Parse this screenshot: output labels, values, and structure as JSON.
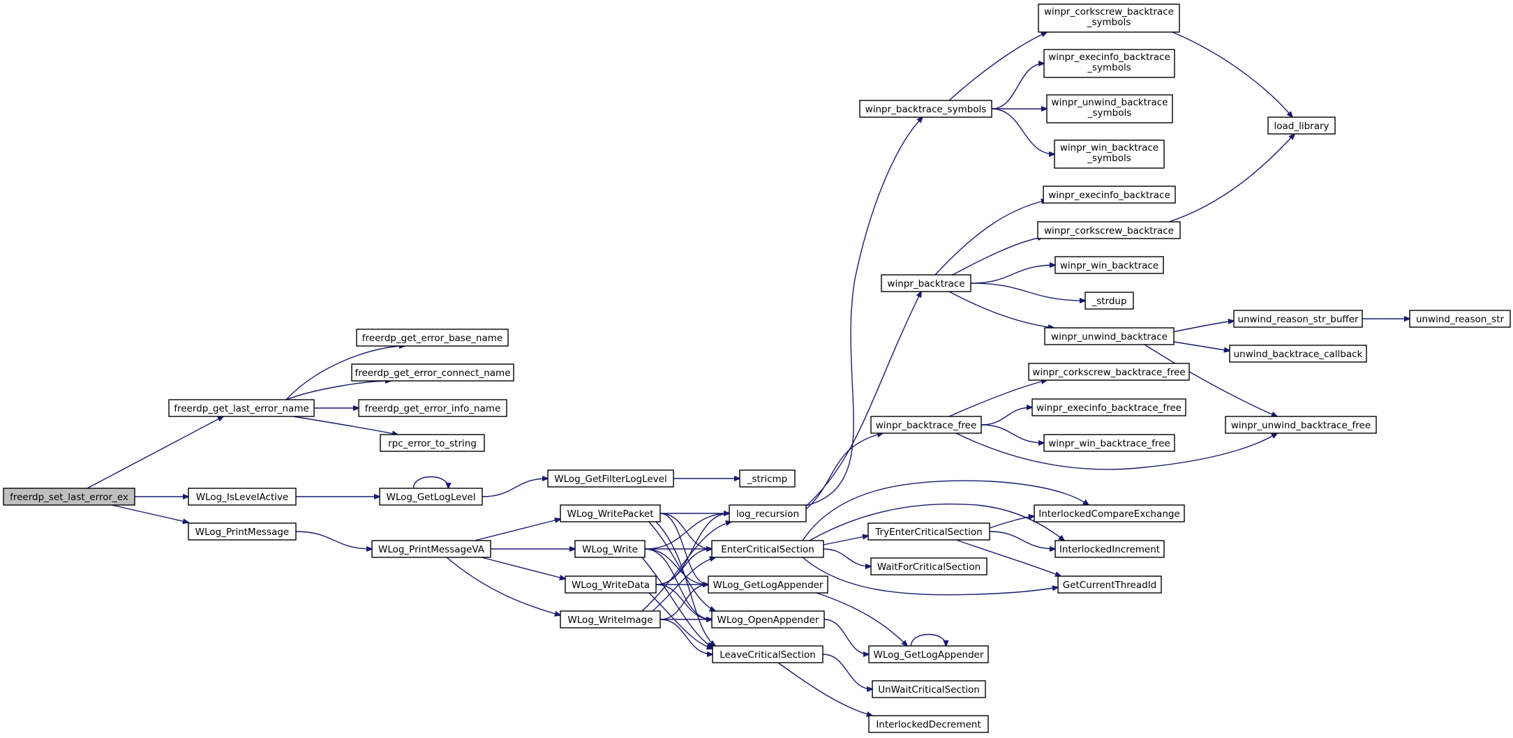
{
  "diagram": {
    "type": "call-graph",
    "root": "freerdp_set_last_error_ex",
    "colors": {
      "edge": "#191970",
      "root_fill": "#bfbfbf",
      "node_fill": "#ffffff",
      "node_border": "#000000"
    },
    "nodes": {
      "freerdp_set_last_error_ex": "freerdp_set_last_error_ex",
      "freerdp_get_last_error_name": "freerdp_get_last_error_name",
      "freerdp_get_error_base_name": "freerdp_get_error_base_name",
      "freerdp_get_error_connect_name": "freerdp_get_error_connect_name",
      "freerdp_get_error_info_name": "freerdp_get_error_info_name",
      "rpc_error_to_string": "rpc_error_to_string",
      "WLog_IsLevelActive": "WLog_IsLevelActive",
      "WLog_GetLogLevel": "WLog_GetLogLevel",
      "WLog_GetFilterLogLevel": "WLog_GetFilterLogLevel",
      "_stricmp": "_stricmp",
      "WLog_PrintMessage": "WLog_PrintMessage",
      "WLog_PrintMessageVA": "WLog_PrintMessageVA",
      "WLog_WritePacket": "WLog_WritePacket",
      "WLog_Write": "WLog_Write",
      "WLog_WriteData": "WLog_WriteData",
      "WLog_WriteImage": "WLog_WriteImage",
      "log_recursion": "log_recursion",
      "EnterCriticalSection": "EnterCriticalSection",
      "WLog_GetLogAppender_a": "WLog_GetLogAppender",
      "WLog_OpenAppender": "WLog_OpenAppender",
      "LeaveCriticalSection": "LeaveCriticalSection",
      "winpr_backtrace_symbols": "winpr_backtrace_symbols",
      "winpr_corkscrew_backtrace_symbols": [
        "winpr_corkscrew_backtrace",
        "_symbols"
      ],
      "winpr_execinfo_backtrace_symbols": [
        "winpr_execinfo_backtrace",
        "_symbols"
      ],
      "winpr_unwind_backtrace_symbols": [
        "winpr_unwind_backtrace",
        "_symbols"
      ],
      "winpr_win_backtrace_symbols": [
        "winpr_win_backtrace",
        "_symbols"
      ],
      "load_library": "load_library",
      "winpr_backtrace": "winpr_backtrace",
      "winpr_execinfo_backtrace": "winpr_execinfo_backtrace",
      "winpr_corkscrew_backtrace": "winpr_corkscrew_backtrace",
      "winpr_win_backtrace": "winpr_win_backtrace",
      "_strdup": "_strdup",
      "winpr_unwind_backtrace": "winpr_unwind_backtrace",
      "unwind_reason_str_buffer": "unwind_reason_str_buffer",
      "unwind_reason_str": "unwind_reason_str",
      "unwind_backtrace_callback": "unwind_backtrace_callback",
      "winpr_backtrace_free": "winpr_backtrace_free",
      "winpr_corkscrew_backtrace_free": "winpr_corkscrew_backtrace_free",
      "winpr_execinfo_backtrace_free": "winpr_execinfo_backtrace_free",
      "winpr_win_backtrace_free": "winpr_win_backtrace_free",
      "winpr_unwind_backtrace_free": "winpr_unwind_backtrace_free",
      "TryEnterCriticalSection": "TryEnterCriticalSection",
      "InterlockedCompareExchange": "InterlockedCompareExchange",
      "InterlockedIncrement": "InterlockedIncrement",
      "WaitForCriticalSection": "WaitForCriticalSection",
      "GetCurrentThreadId": "GetCurrentThreadId",
      "WLog_GetLogAppender_b": "WLog_GetLogAppender",
      "UnWaitCriticalSection": "UnWaitCriticalSection",
      "InterlockedDecrement": "InterlockedDecrement"
    },
    "edges": [
      [
        "freerdp_set_last_error_ex",
        "freerdp_get_last_error_name"
      ],
      [
        "freerdp_set_last_error_ex",
        "WLog_IsLevelActive"
      ],
      [
        "freerdp_set_last_error_ex",
        "WLog_PrintMessage"
      ],
      [
        "freerdp_get_last_error_name",
        "freerdp_get_error_base_name"
      ],
      [
        "freerdp_get_last_error_name",
        "freerdp_get_error_connect_name"
      ],
      [
        "freerdp_get_last_error_name",
        "freerdp_get_error_info_name"
      ],
      [
        "freerdp_get_last_error_name",
        "rpc_error_to_string"
      ],
      [
        "WLog_IsLevelActive",
        "WLog_GetLogLevel"
      ],
      [
        "WLog_GetLogLevel",
        "WLog_GetLogLevel"
      ],
      [
        "WLog_GetLogLevel",
        "WLog_GetFilterLogLevel"
      ],
      [
        "WLog_GetFilterLogLevel",
        "_stricmp"
      ],
      [
        "WLog_PrintMessage",
        "WLog_PrintMessageVA"
      ],
      [
        "WLog_PrintMessageVA",
        "WLog_WritePacket"
      ],
      [
        "WLog_PrintMessageVA",
        "WLog_Write"
      ],
      [
        "WLog_PrintMessageVA",
        "WLog_WriteData"
      ],
      [
        "WLog_PrintMessageVA",
        "WLog_WriteImage"
      ],
      [
        "WLog_WritePacket",
        "log_recursion"
      ],
      [
        "WLog_WritePacket",
        "EnterCriticalSection"
      ],
      [
        "WLog_WritePacket",
        "WLog_GetLogAppender_a"
      ],
      [
        "WLog_WritePacket",
        "WLog_OpenAppender"
      ],
      [
        "WLog_WritePacket",
        "LeaveCriticalSection"
      ],
      [
        "WLog_Write",
        "log_recursion"
      ],
      [
        "WLog_Write",
        "EnterCriticalSection"
      ],
      [
        "WLog_Write",
        "WLog_GetLogAppender_a"
      ],
      [
        "WLog_Write",
        "WLog_OpenAppender"
      ],
      [
        "WLog_Write",
        "LeaveCriticalSection"
      ],
      [
        "WLog_WriteData",
        "log_recursion"
      ],
      [
        "WLog_WriteData",
        "EnterCriticalSection"
      ],
      [
        "WLog_WriteData",
        "WLog_GetLogAppender_a"
      ],
      [
        "WLog_WriteData",
        "WLog_OpenAppender"
      ],
      [
        "WLog_WriteData",
        "LeaveCriticalSection"
      ],
      [
        "WLog_WriteImage",
        "log_recursion"
      ],
      [
        "WLog_WriteImage",
        "EnterCriticalSection"
      ],
      [
        "WLog_WriteImage",
        "WLog_GetLogAppender_a"
      ],
      [
        "WLog_WriteImage",
        "WLog_OpenAppender"
      ],
      [
        "WLog_WriteImage",
        "LeaveCriticalSection"
      ],
      [
        "log_recursion",
        "winpr_backtrace_symbols"
      ],
      [
        "log_recursion",
        "winpr_backtrace"
      ],
      [
        "log_recursion",
        "winpr_backtrace_free"
      ],
      [
        "winpr_backtrace_symbols",
        "winpr_corkscrew_backtrace_symbols"
      ],
      [
        "winpr_backtrace_symbols",
        "winpr_execinfo_backtrace_symbols"
      ],
      [
        "winpr_backtrace_symbols",
        "winpr_unwind_backtrace_symbols"
      ],
      [
        "winpr_backtrace_symbols",
        "winpr_win_backtrace_symbols"
      ],
      [
        "winpr_corkscrew_backtrace_symbols",
        "load_library"
      ],
      [
        "winpr_corkscrew_backtrace",
        "load_library"
      ],
      [
        "winpr_backtrace",
        "winpr_execinfo_backtrace"
      ],
      [
        "winpr_backtrace",
        "winpr_corkscrew_backtrace"
      ],
      [
        "winpr_backtrace",
        "winpr_win_backtrace"
      ],
      [
        "winpr_backtrace",
        "_strdup"
      ],
      [
        "winpr_backtrace",
        "winpr_unwind_backtrace"
      ],
      [
        "winpr_unwind_backtrace",
        "unwind_reason_str_buffer"
      ],
      [
        "winpr_unwind_backtrace",
        "unwind_backtrace_callback"
      ],
      [
        "winpr_unwind_backtrace",
        "winpr_unwind_backtrace_free"
      ],
      [
        "unwind_reason_str_buffer",
        "unwind_reason_str"
      ],
      [
        "winpr_backtrace_free",
        "winpr_corkscrew_backtrace_free"
      ],
      [
        "winpr_backtrace_free",
        "winpr_execinfo_backtrace_free"
      ],
      [
        "winpr_backtrace_free",
        "winpr_win_backtrace_free"
      ],
      [
        "winpr_backtrace_free",
        "winpr_unwind_backtrace_free"
      ],
      [
        "EnterCriticalSection",
        "TryEnterCriticalSection"
      ],
      [
        "EnterCriticalSection",
        "InterlockedCompareExchange"
      ],
      [
        "EnterCriticalSection",
        "InterlockedIncrement"
      ],
      [
        "EnterCriticalSection",
        "WaitForCriticalSection"
      ],
      [
        "EnterCriticalSection",
        "GetCurrentThreadId"
      ],
      [
        "TryEnterCriticalSection",
        "InterlockedCompareExchange"
      ],
      [
        "TryEnterCriticalSection",
        "InterlockedIncrement"
      ],
      [
        "TryEnterCriticalSection",
        "GetCurrentThreadId"
      ],
      [
        "WLog_GetLogAppender_a",
        "WLog_GetLogAppender_b"
      ],
      [
        "WLog_OpenAppender",
        "WLog_GetLogAppender_b"
      ],
      [
        "WLog_GetLogAppender_b",
        "WLog_GetLogAppender_b"
      ],
      [
        "LeaveCriticalSection",
        "UnWaitCriticalSection"
      ],
      [
        "LeaveCriticalSection",
        "InterlockedDecrement"
      ]
    ]
  }
}
